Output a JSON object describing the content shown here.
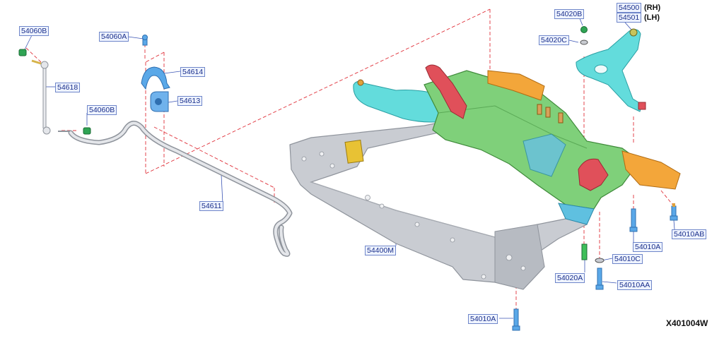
{
  "diagram": {
    "code": "X401004W",
    "parts": {
      "p54060B_top": "54060B",
      "p54618": "54618",
      "p54060B_mid": "54060B",
      "p54060A": "54060A",
      "p54614": "54614",
      "p54613": "54613",
      "p54611": "54611",
      "p54400M": "54400M",
      "p54020B": "54020B",
      "p54020C": "54020C",
      "p54500": "54500",
      "p54501": "54501",
      "p54010A_right": "54010A",
      "p54010AB": "54010AB",
      "p54010C": "54010C",
      "p54020A": "54020A",
      "p54010AA": "54010AA",
      "p54010A_bottom": "54010A"
    },
    "sides": {
      "rh": "(RH)",
      "lh": "(LH)"
    }
  },
  "colors": {
    "leader": "#e0313a",
    "frame_gray": "#c9ccd2",
    "frame_edge": "#8f949c",
    "crossmember_green": "#7fd07a",
    "arm_cyan": "#63dcdc",
    "bracket_orange": "#f3a63a",
    "mount_red": "#e0505a",
    "stabilizer_gray": "#d4d7dc"
  }
}
